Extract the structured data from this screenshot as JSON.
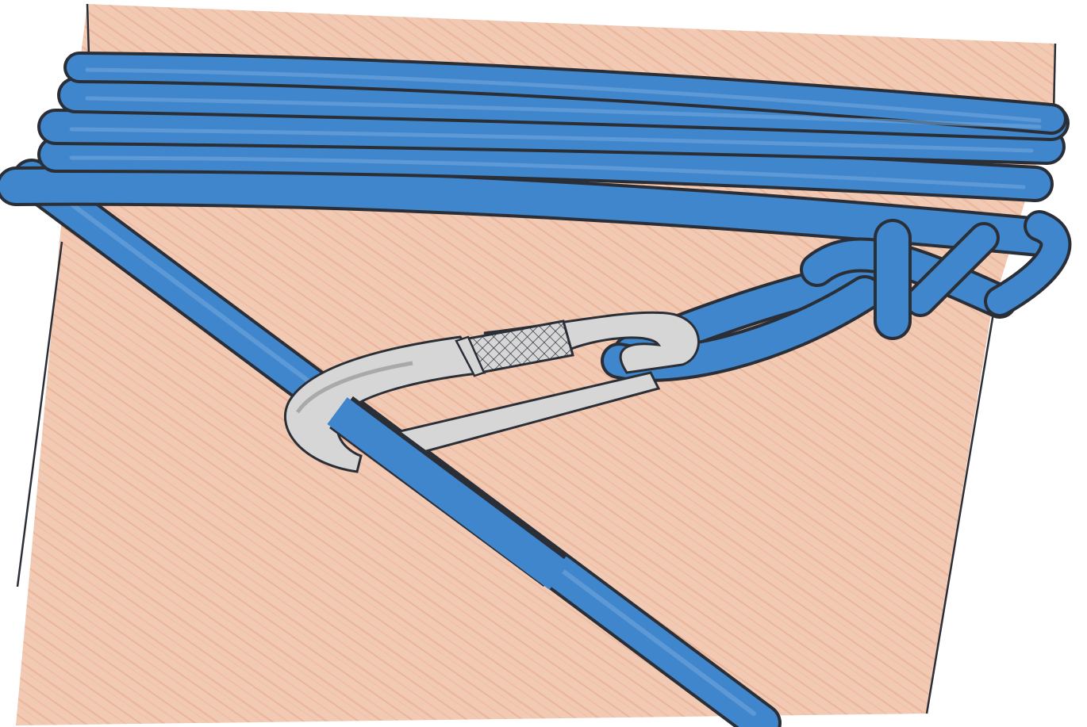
{
  "colors": {
    "paper": "#ffffff",
    "tree": "#f2c9b3",
    "tree_streak": "#d98e6a",
    "outline": "#2a2e36",
    "rope": "#3f86cc",
    "rope_highlight": "#6fa7dc",
    "metal": "#d6d6d6",
    "metal_shadow": "#a9a9a9"
  },
  "objects": {
    "tree": "tree-trunk",
    "wraps": "rope-wraps",
    "leg": "diagonal-rope-leg",
    "carabiner": "screwgate-carabiner",
    "gate": "screw-gate-sleeve",
    "knot": "hitch-knot",
    "loop": "rope-loop"
  }
}
